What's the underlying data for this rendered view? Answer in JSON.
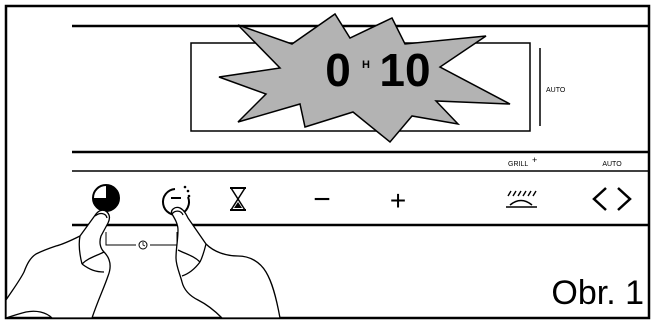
{
  "display": {
    "time_hours": "0",
    "hours_marker": "H",
    "time_minutes": "10",
    "mode_label": "AUTO"
  },
  "panel": {
    "grill_label": "GRILL",
    "grill_plus": "+",
    "auto_label": "AUTO"
  },
  "buttons": {
    "minus_label": "−",
    "plus_label": "+",
    "arrows_label": "<>"
  },
  "figure": {
    "caption": "Obr. 1"
  },
  "colors": {
    "ink": "#000000",
    "paper": "#ffffff",
    "burst_fill": "#b3b3b3"
  }
}
